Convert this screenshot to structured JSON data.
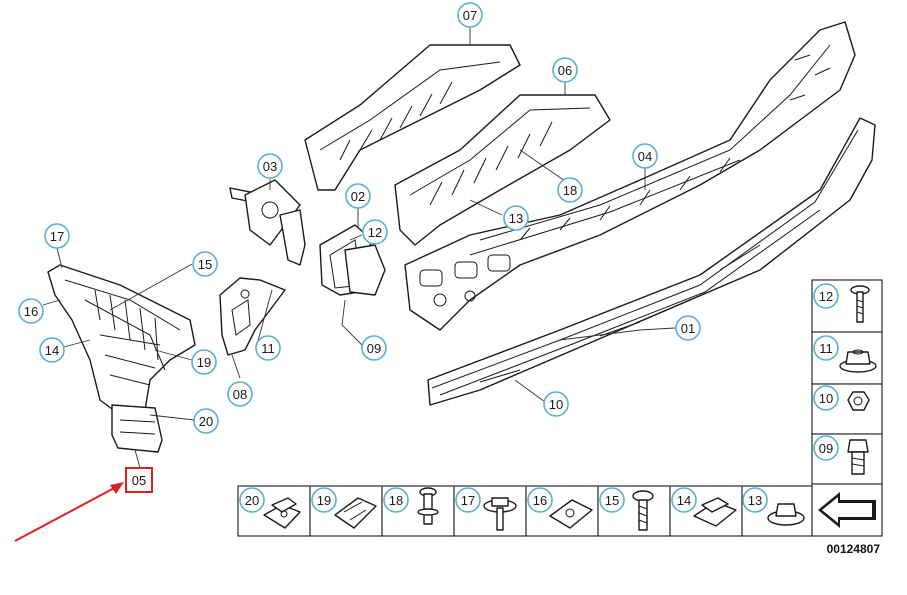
{
  "callouts": {
    "c07": "07",
    "c06": "06",
    "c04": "04",
    "c03": "03",
    "c02": "02",
    "c18": "18",
    "c13": "13",
    "c12": "12",
    "c17": "17",
    "c15": "15",
    "c16": "16",
    "c14": "14",
    "c19": "19",
    "c11": "11",
    "c09": "09",
    "c01": "01",
    "c08": "08",
    "c10": "10",
    "c20": "20",
    "c05": "05"
  },
  "hardware_side": {
    "h12": "12",
    "h11": "11",
    "h10": "10",
    "h09": "09"
  },
  "hardware_bottom": {
    "b20": "20",
    "b19": "19",
    "b18": "18",
    "b17": "17",
    "b16": "16",
    "b15": "15",
    "b14": "14",
    "b13": "13"
  },
  "catalog_number": "00124807",
  "colors": {
    "callout_ring": "#5aaed8",
    "highlight_red": "#e02020",
    "line": "#1a1a1a"
  }
}
